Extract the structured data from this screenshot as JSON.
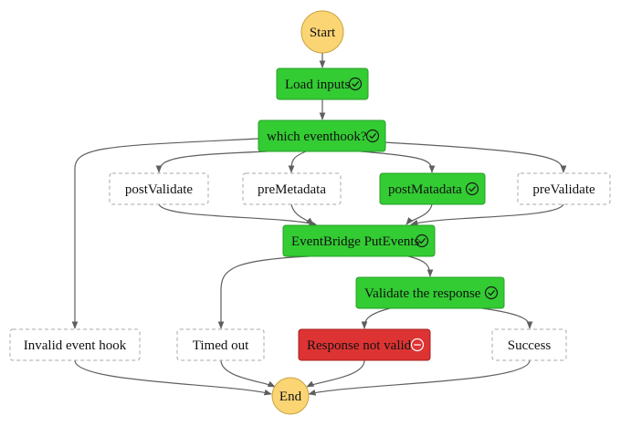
{
  "colors": {
    "succeeded": "#33cc33",
    "succeeded_border": "#2a9d2a",
    "failed": "#dd3333",
    "failed_border": "#a52222",
    "not_run_border": "#a8a8a8",
    "terminal": "#fbd574",
    "terminal_border": "#c9a340",
    "edge": "#5f5f5f"
  },
  "status_icons": {
    "succeeded": "check-circle-icon",
    "failed": "minus-circle-icon"
  },
  "nodes": [
    {
      "id": "start",
      "label": "Start",
      "shape": "circle",
      "status": "terminal"
    },
    {
      "id": "load-inputs",
      "label": "Load inputs",
      "shape": "box",
      "status": "succeeded"
    },
    {
      "id": "which-eventhook",
      "label": "which eventhook?",
      "shape": "box",
      "status": "succeeded"
    },
    {
      "id": "post-validate",
      "label": "postValidate",
      "shape": "box",
      "status": "not_run"
    },
    {
      "id": "pre-metadata",
      "label": "preMetadata",
      "shape": "box",
      "status": "not_run"
    },
    {
      "id": "post-matadata",
      "label": "postMatadata",
      "shape": "box",
      "status": "succeeded"
    },
    {
      "id": "pre-validate",
      "label": "preValidate",
      "shape": "box",
      "status": "not_run"
    },
    {
      "id": "eventbridge-putevents",
      "label": "EventBridge PutEvents",
      "shape": "box",
      "status": "succeeded"
    },
    {
      "id": "validate-response",
      "label": "Validate the response",
      "shape": "box",
      "status": "succeeded"
    },
    {
      "id": "invalid-event-hook",
      "label": "Invalid event hook",
      "shape": "box",
      "status": "not_run"
    },
    {
      "id": "timed-out",
      "label": "Timed out",
      "shape": "box",
      "status": "not_run"
    },
    {
      "id": "response-not-valid",
      "label": "Response not valid",
      "shape": "box",
      "status": "failed"
    },
    {
      "id": "success",
      "label": "Success",
      "shape": "box",
      "status": "not_run"
    },
    {
      "id": "end",
      "label": "End",
      "shape": "circle",
      "status": "terminal"
    }
  ],
  "edges": [
    [
      "start",
      "load-inputs"
    ],
    [
      "load-inputs",
      "which-eventhook"
    ],
    [
      "which-eventhook",
      "invalid-event-hook"
    ],
    [
      "which-eventhook",
      "post-validate"
    ],
    [
      "which-eventhook",
      "pre-metadata"
    ],
    [
      "which-eventhook",
      "post-matadata"
    ],
    [
      "which-eventhook",
      "pre-validate"
    ],
    [
      "post-validate",
      "eventbridge-putevents"
    ],
    [
      "pre-metadata",
      "eventbridge-putevents"
    ],
    [
      "post-matadata",
      "eventbridge-putevents"
    ],
    [
      "pre-validate",
      "eventbridge-putevents"
    ],
    [
      "eventbridge-putevents",
      "timed-out"
    ],
    [
      "eventbridge-putevents",
      "validate-response"
    ],
    [
      "validate-response",
      "response-not-valid"
    ],
    [
      "validate-response",
      "success"
    ],
    [
      "invalid-event-hook",
      "end"
    ],
    [
      "timed-out",
      "end"
    ],
    [
      "response-not-valid",
      "end"
    ],
    [
      "success",
      "end"
    ]
  ]
}
